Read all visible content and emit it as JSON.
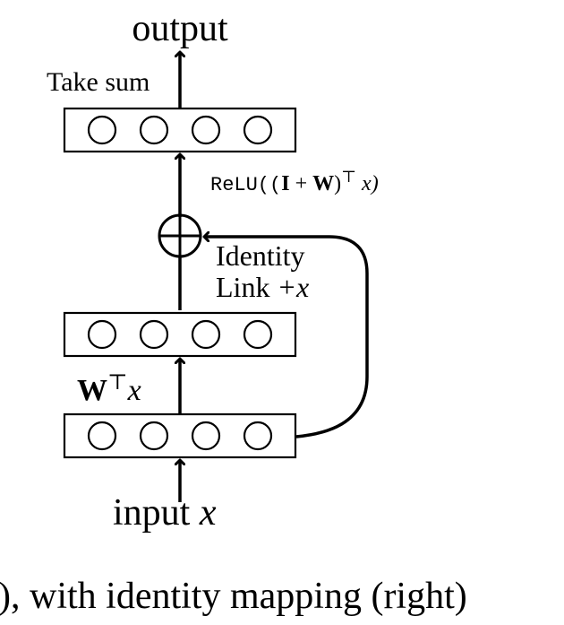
{
  "labels": {
    "output": "output",
    "take_sum": "Take sum",
    "relu_prefix": "ReLU((",
    "relu_I": "I",
    "relu_plus": " + ",
    "relu_W": "W",
    "relu_close": ")",
    "relu_sup": "⊤",
    "relu_x": " x)",
    "identity_line1": "Identity",
    "identity_line2_text": "Link ",
    "identity_line2_math": "+x",
    "wtx_W": "W",
    "wtx_sup": "⊤",
    "wtx_x": "x",
    "input_text": "input ",
    "input_x": "x",
    "caption": "), with identity mapping (right)"
  },
  "layers": [
    {
      "id": "top-layer",
      "neurons": 4
    },
    {
      "id": "middle-layer",
      "neurons": 4
    },
    {
      "id": "bottom-layer",
      "neurons": 4
    }
  ],
  "colors": {
    "stroke": "#000000",
    "background": "#ffffff"
  }
}
